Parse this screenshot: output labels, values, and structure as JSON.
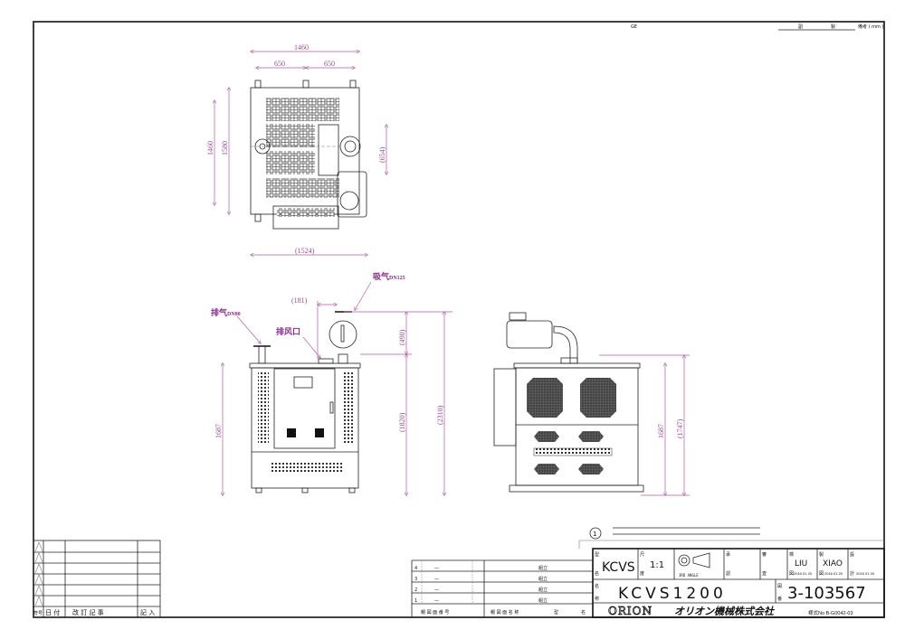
{
  "top_view": {
    "dims": {
      "width": "1460",
      "half_left": "650",
      "half_right": "650",
      "depth": "1460",
      "depth_total": "1580",
      "blower": "(654)",
      "overall": "(1524)"
    }
  },
  "front_view": {
    "dims": {
      "height": "1687",
      "offset": "(181)",
      "inlet_h": "(490)",
      "body_h": "(1820)",
      "total_h": "(2310)"
    },
    "labels": {
      "exhaust": "排气",
      "exhaust_size": "DN80",
      "vent": "排风口",
      "intake": "吸气",
      "intake_size": "DN125"
    }
  },
  "side_view": {
    "dims": {
      "height": "1687",
      "total_h": "(1747)"
    }
  },
  "revision_marker": "1",
  "revision_table": {
    "headers": [
      "符号",
      "日 付",
      "改 訂 記 事",
      "記 入"
    ]
  },
  "top_strip": {
    "mark": "GE",
    "cols": [
      "副",
      "製",
      "備考 ( mm )"
    ]
  },
  "parts_list": {
    "rows": [
      {
        "no": "4",
        "part_no": "—",
        "name": "組立"
      },
      {
        "no": "3",
        "part_no": "—",
        "name": "組立"
      },
      {
        "no": "2",
        "part_no": "—",
        "name": "組立"
      },
      {
        "no": "1",
        "part_no": "—",
        "name": "組立"
      }
    ],
    "headers": [
      "親 図 面 番 号",
      "親 図 面 名 称",
      "型",
      "名"
    ]
  },
  "title_block": {
    "model_label_a": "型",
    "model_label_b": "名",
    "model": "KCVS",
    "scale_label_a": "尺",
    "scale_label_b": "度",
    "scale": "1:1",
    "projection": "3RD ANGLE",
    "approve_a": "承",
    "approve_b": "認",
    "review_a": "審",
    "review_b": "査",
    "check_a": "検",
    "check_b": "図",
    "checker": "LIU",
    "check_date": "2016 01 20",
    "draw_a": "製",
    "draw_b": "図",
    "drafter": "XIAO",
    "draw_date": "2016 01 20",
    "design_a": "設",
    "design_b": "計",
    "design_date": "2016 01 20",
    "name_a": "名",
    "name_b": "称",
    "name": "KCVS1200",
    "dwg_a": "図",
    "dwg_b": "番",
    "drawing_no": "3-103567",
    "company_logo": "ORION",
    "company": "オリオン機械株式会社",
    "form_no": "様式No B-G0042-03"
  }
}
